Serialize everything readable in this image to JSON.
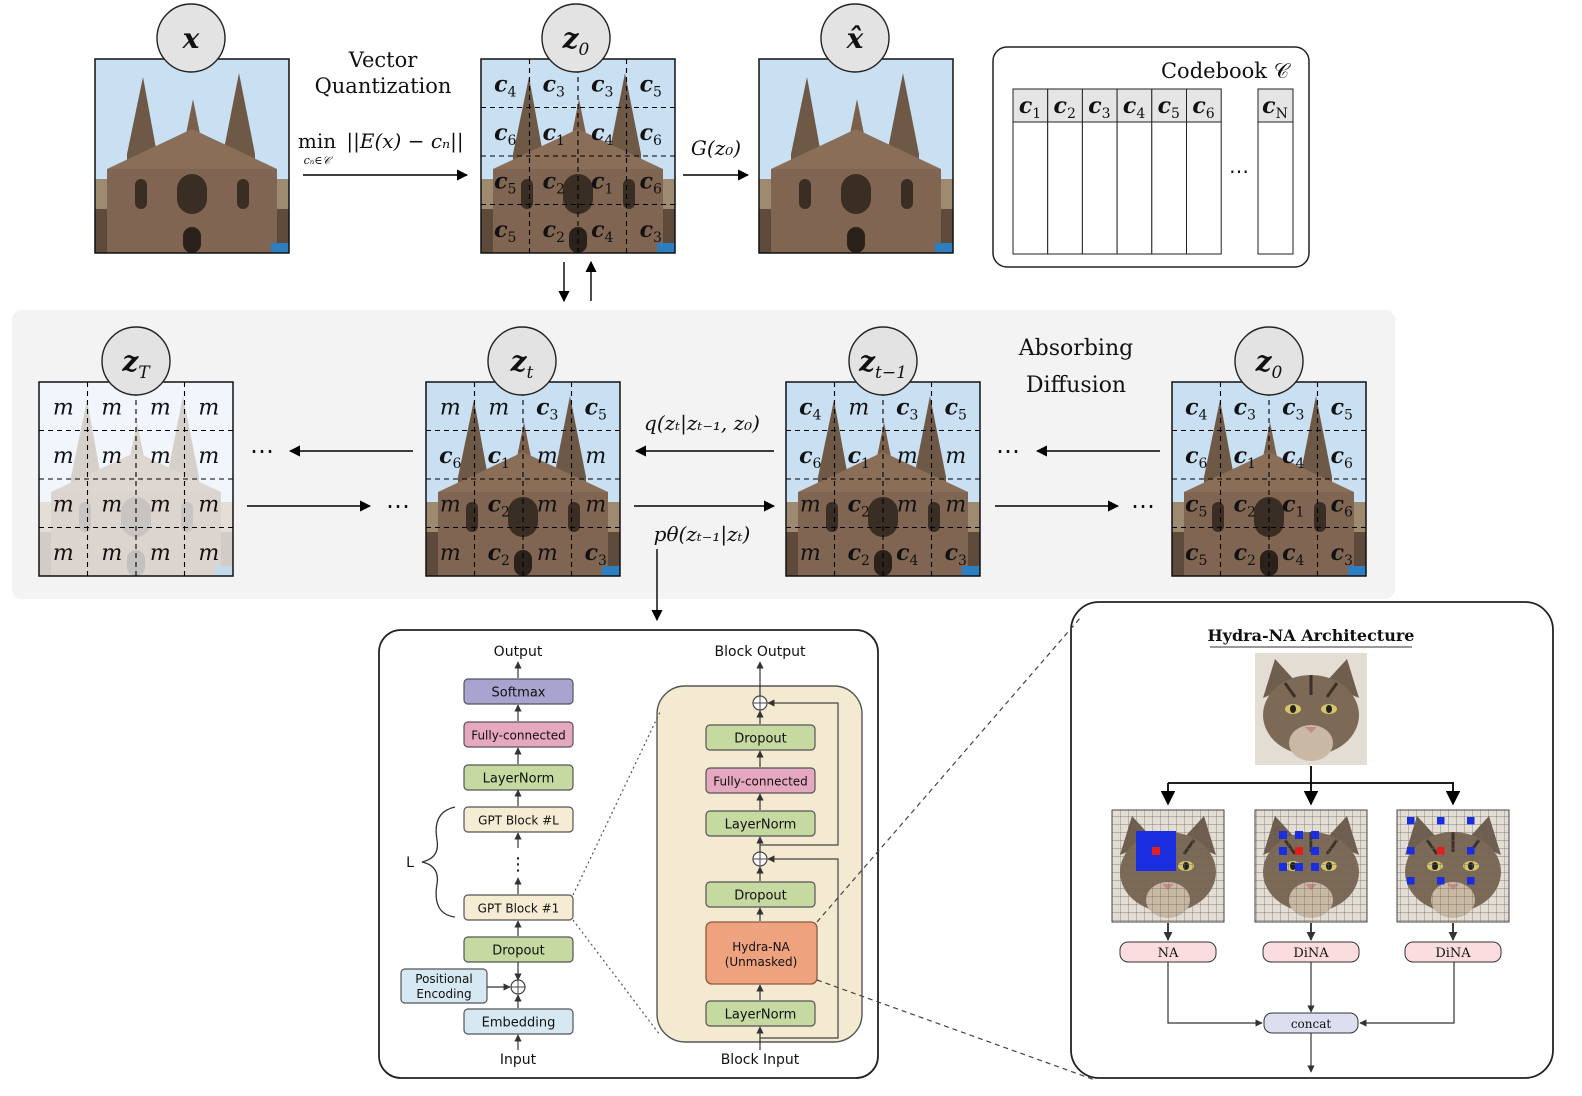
{
  "top": {
    "x_label": "x",
    "z0_label": "z",
    "z0_sub": "0",
    "xhat_label": "x̂",
    "vq_line1": "Vector",
    "vq_line2": "Quantization",
    "vq_formula_min": "min",
    "vq_formula_sub": "cₙ∈𝒞",
    "vq_formula_body": "||E(x) − cₙ||",
    "gen_formula": "G(z₀)",
    "z0_codes": [
      [
        "c4",
        "c3",
        "c3",
        "c5"
      ],
      [
        "c6",
        "c1",
        "c4",
        "c6"
      ],
      [
        "c5",
        "c2",
        "c1",
        "c6"
      ],
      [
        "c5",
        "c2",
        "c4",
        "c3"
      ]
    ]
  },
  "codebook": {
    "title": "Codebook 𝒞",
    "entries": [
      "c1",
      "c2",
      "c3",
      "c4",
      "c5",
      "c6"
    ],
    "last_entry": "cN",
    "ellipsis": "⋯"
  },
  "diffusion": {
    "title_line1": "Absorbing",
    "title_line2": "Diffusion",
    "zT_label": "z",
    "zT_sub": "T",
    "zt_label": "z",
    "zt_sub": "t",
    "ztm1_label": "z",
    "ztm1_sub": "t−1",
    "z0_label": "z",
    "z0_sub": "0",
    "q_formula": "q(zₜ|zₜ₋₁, z₀)",
    "p_formula": "pθ(zₜ₋₁|zₜ)",
    "ellipsis": "⋯",
    "zT_codes": [
      [
        "m",
        "m",
        "m",
        "m"
      ],
      [
        "m",
        "m",
        "m",
        "m"
      ],
      [
        "m",
        "m",
        "m",
        "m"
      ],
      [
        "m",
        "m",
        "m",
        "m"
      ]
    ],
    "zt_codes": [
      [
        "m",
        "m",
        "c3",
        "c5"
      ],
      [
        "c6",
        "c1",
        "m",
        "m"
      ],
      [
        "m",
        "c2",
        "m",
        "m"
      ],
      [
        "m",
        "c2",
        "m",
        "c3"
      ]
    ],
    "ztm1_codes": [
      [
        "c4",
        "m",
        "c3",
        "c5"
      ],
      [
        "c6",
        "c1",
        "m",
        "m"
      ],
      [
        "m",
        "c2",
        "m",
        "m"
      ],
      [
        "m",
        "c2",
        "c4",
        "c3"
      ]
    ],
    "z0_codes": [
      [
        "c4",
        "c3",
        "c3",
        "c5"
      ],
      [
        "c6",
        "c1",
        "c4",
        "c6"
      ],
      [
        "c5",
        "c2",
        "c1",
        "c6"
      ],
      [
        "c5",
        "c2",
        "c4",
        "c3"
      ]
    ]
  },
  "gpt": {
    "output": "Output",
    "softmax": "Softmax",
    "fc": "Fully-connected",
    "layernorm": "LayerNorm",
    "block_l": "GPT Block #L",
    "vdots": "⋮",
    "block_1": "GPT Block #1",
    "dropout": "Dropout",
    "pos_enc_line1": "Positional",
    "pos_enc_line2": "Encoding",
    "embedding": "Embedding",
    "input": "Input",
    "L": "L",
    "block_output": "Block Output",
    "block_dropout2": "Dropout",
    "block_fc": "Fully-connected",
    "block_ln2": "LayerNorm",
    "block_dropout1": "Dropout",
    "hydra_line1": "Hydra-NA",
    "hydra_line2": "(Unmasked)",
    "block_ln1": "LayerNorm",
    "block_input": "Block Input"
  },
  "hydra": {
    "title": "Hydra-NA Architecture",
    "heads": [
      "NA",
      "DiNA",
      "DiNA"
    ],
    "concat": "concat"
  },
  "colors": {
    "softmax": "#a9a3cf",
    "fc": "#e6a7c0",
    "green": "#c5d9a0",
    "gptblock": "#f5ecd3",
    "posenc": "#d6e9f2",
    "hydra_box": "#eea37e",
    "block_bg": "#f3ead1",
    "head_pill": "#fbdde0",
    "concat_pill": "#dcdff0"
  }
}
